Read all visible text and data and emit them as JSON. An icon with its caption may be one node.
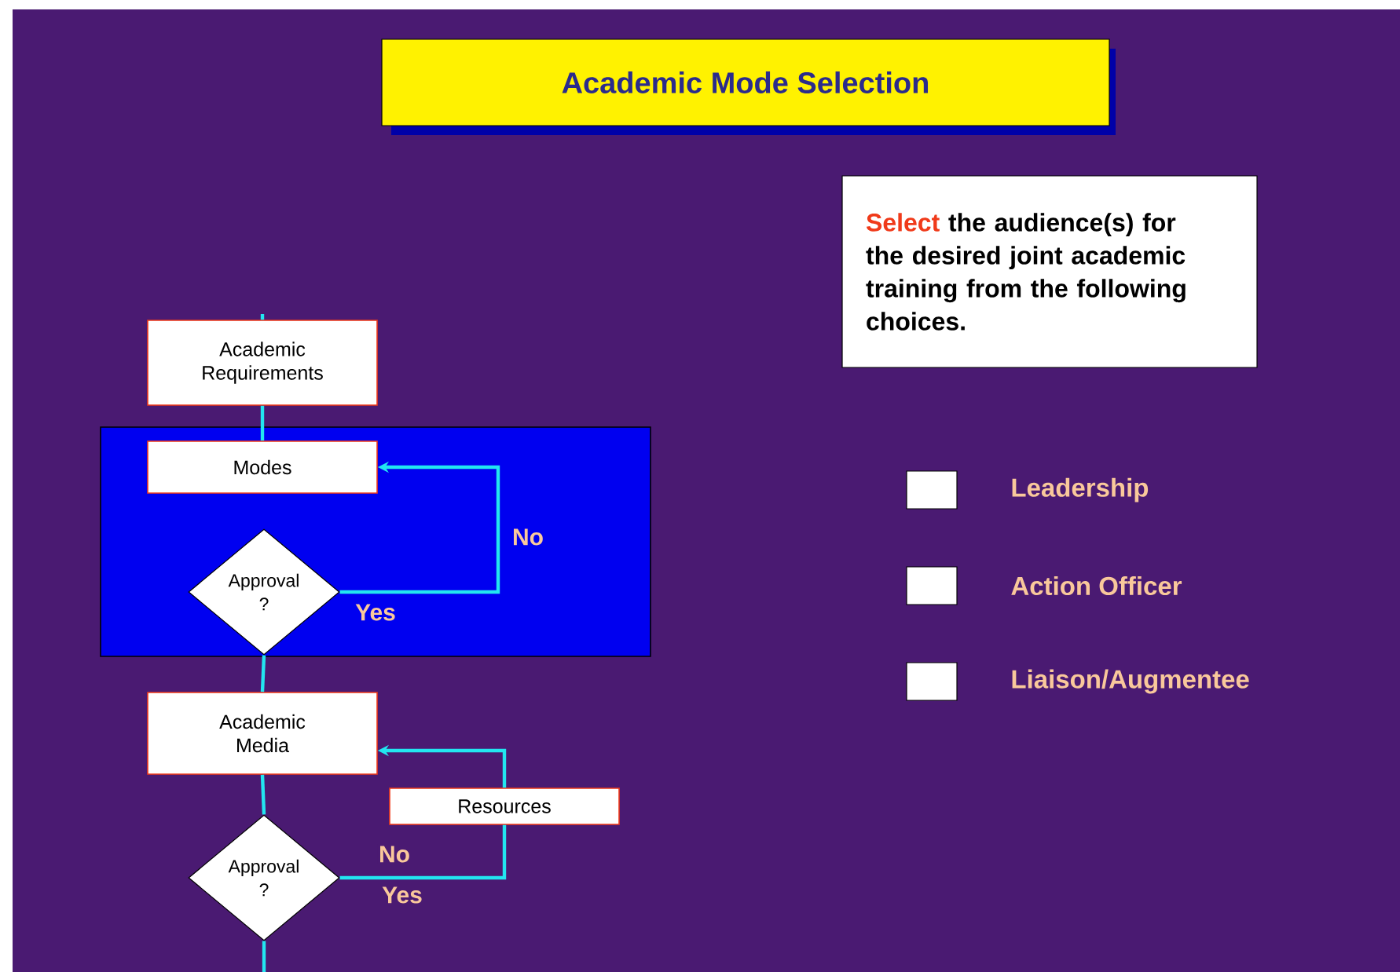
{
  "diagram": {
    "title": "Academic Mode Selection",
    "nodes": [
      {
        "text": [
          "Academic Requirements"
        ]
      },
      {
        "text": [],
        "shape": "box"
      },
      {
        "text": [
          "Modes"
        ],
        "in": 1
      },
      {
        "text": [
          "Approval ?"
        ],
        "in": 1
      },
      {
        "text": [
          "Academic Media"
        ]
      },
      {
        "text": [
          "Resources"
        ]
      },
      {
        "text": [
          "Approval ?"
        ]
      },
      {
        "text": [
          "Select",
          "the audience(s) for the desired joint academic training from the following choices."
        ]
      }
    ],
    "edges": [
      {
        "from": null,
        "to": 0,
        "arrow": "none"
      },
      {
        "from": 0,
        "to": 2,
        "arrow": "none"
      },
      {
        "from": 3,
        "to": 2,
        "arrow": "to",
        "label": "No"
      },
      {
        "from": 3,
        "to": 4,
        "arrow": "none"
      },
      {
        "from": 4,
        "to": 6,
        "arrow": "none"
      },
      {
        "from": 6,
        "to": 5,
        "arrow": "none",
        "label": "No"
      },
      {
        "from": 5,
        "to": 4,
        "arrow": "to"
      },
      {
        "from": 6,
        "to": null,
        "arrow": "none"
      }
    ],
    "labels": [
      "Yes",
      "Leadership",
      "Action Officer",
      "Liaison/Augmentee",
      "Yes"
    ]
  }
}
